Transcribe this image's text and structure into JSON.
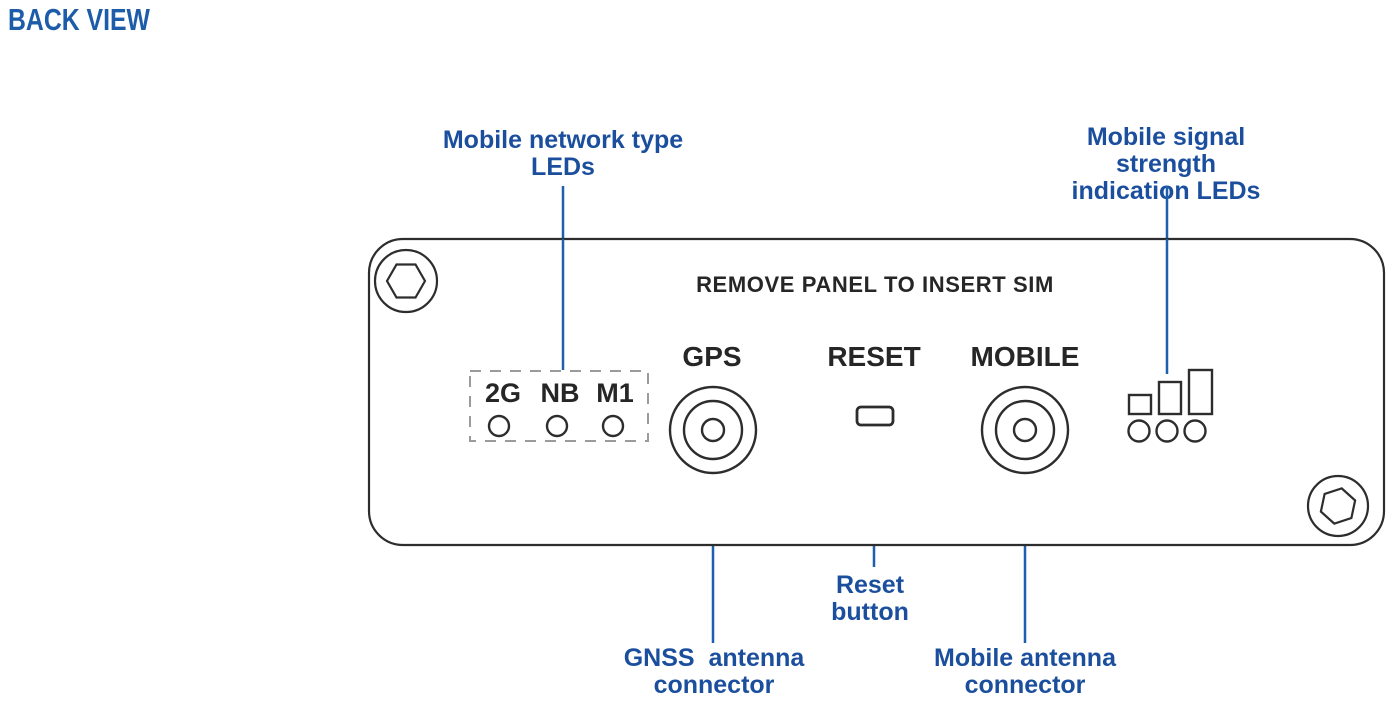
{
  "title": "BACK VIEW",
  "colors": {
    "label_blue": "#1b4f9e",
    "leader_blue": "#1e5fae",
    "outline_dark": "#2d2d2d",
    "dashed_gray": "#9b9b9b"
  },
  "panel": {
    "sim_notice": "REMOVE PANEL TO INSERT SIM",
    "gps_label": "GPS",
    "reset_label": "RESET",
    "mobile_label": "MOBILE",
    "network_leds": [
      "2G",
      "NB",
      "M1"
    ]
  },
  "callouts": {
    "network_type_leds": "Mobile network type\nLEDs",
    "signal_strength_leds": "Mobile signal strength\nindication LEDs",
    "reset_button": "Reset\nbutton",
    "gnss_connector": "GNSS  antenna\nconnector",
    "mobile_connector": "Mobile antenna\nconnector"
  }
}
